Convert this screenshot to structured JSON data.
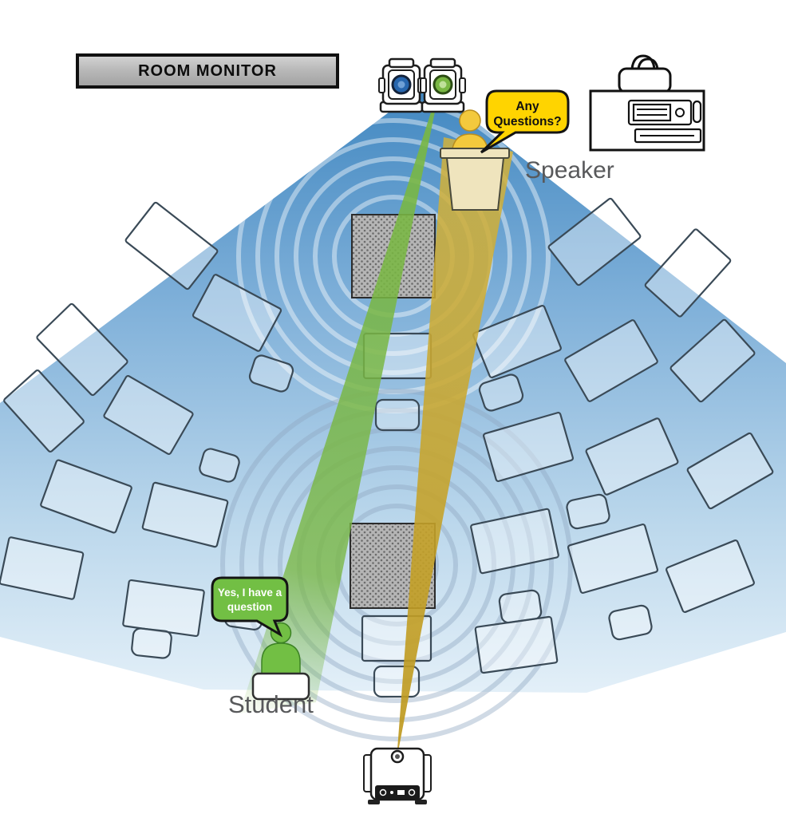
{
  "room_monitor": {
    "label": "ROOM MONITOR"
  },
  "speaker": {
    "bubble": [
      "Any",
      "Questions?"
    ],
    "label": "Speaker"
  },
  "student": {
    "bubble": [
      "Yes, I have a",
      "question"
    ],
    "label": "Student"
  },
  "colors": {
    "cone_blue": "#4c90c6",
    "beam_green": "#79b743",
    "beam_yellow": "#c5a32b",
    "bubble_yellow": "#ffd400",
    "bubble_green": "#72bf44",
    "label_gray": "#58595b",
    "desk_stroke": "#3a4a57",
    "mic_gray": "#b5b5b5"
  },
  "icons": {
    "cameras": [
      "ptz-camera-blue-icon",
      "ptz-camera-green-icon",
      "ptz-camera-rear-icon"
    ],
    "room": [
      "ceiling-mic-icon",
      "desk-icon",
      "chair-icon",
      "podium-icon",
      "bag-icon",
      "recorder-icon",
      "table-icon"
    ]
  }
}
